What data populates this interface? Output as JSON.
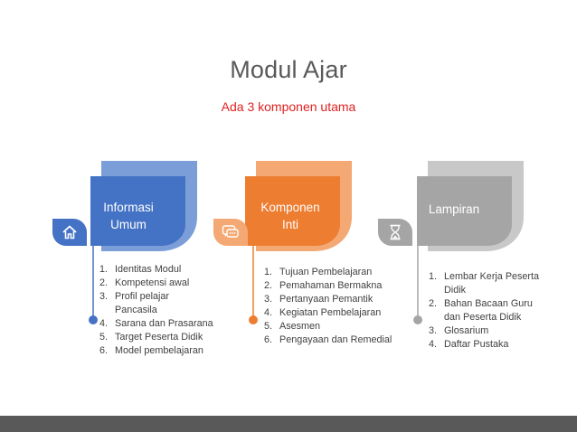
{
  "slide": {
    "title": "Modul Ajar",
    "subtitle": "Ada 3 komponen utama"
  },
  "columns": [
    {
      "title_line1": "Informasi",
      "title_line2": "Umum",
      "icon": "home-icon",
      "color": "#4472C4",
      "color_light": "#7B9ED9",
      "items": [
        {
          "num": "1.",
          "text": "Identitas Modul"
        },
        {
          "num": "2.",
          "text": "Kompetensi awal"
        },
        {
          "num": "3.",
          "text": "Profil pelajar"
        },
        {
          "num": "",
          "text": "Pancasila"
        },
        {
          "num": "4.",
          "text": "Sarana dan Prasarana"
        },
        {
          "num": "5.",
          "text": "Target Peserta Didik"
        },
        {
          "num": "6.",
          "text": "Model pembelajaran"
        }
      ]
    },
    {
      "title_line1": "Komponen",
      "title_line2": "Inti",
      "icon": "chat-icon",
      "color": "#ED7D31",
      "color_light": "#F4A873",
      "items": [
        {
          "num": "1.",
          "text": "Tujuan Pembelajaran"
        },
        {
          "num": "2.",
          "text": "Pemahaman Bermakna"
        },
        {
          "num": "3.",
          "text": "Pertanyaan Pemantik"
        },
        {
          "num": "4.",
          "text": "Kegiatan Pembelajaran"
        },
        {
          "num": "5.",
          "text": "Asesmen"
        },
        {
          "num": "6.",
          "text": "Pengayaan dan Remedial"
        }
      ]
    },
    {
      "title_line1": "Lampiran",
      "title_line2": "",
      "icon": "hourglass-icon",
      "color": "#A5A5A5",
      "color_light": "#C8C8C8",
      "items": [
        {
          "num": "1.",
          "text": "Lembar Kerja Peserta"
        },
        {
          "num": "",
          "text": "Didik"
        },
        {
          "num": "2.",
          "text": "Bahan Bacaan Guru"
        },
        {
          "num": "",
          "text": "dan Peserta Didik"
        },
        {
          "num": "3.",
          "text": "Glosarium"
        },
        {
          "num": "4.",
          "text": "Daftar Pustaka"
        }
      ]
    }
  ]
}
